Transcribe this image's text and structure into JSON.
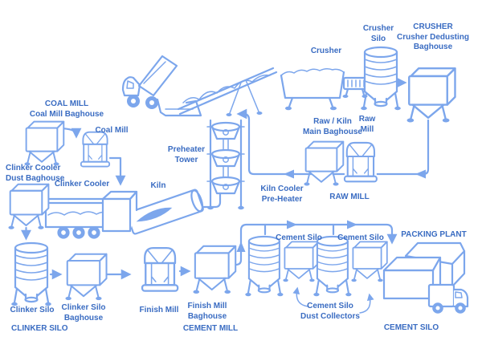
{
  "colors": {
    "line": "#7CA6EC",
    "text": "#3A6CC2",
    "fill": "#CFE0F8"
  },
  "labels": {
    "crusher": "Crusher",
    "crusher_silo": "Crusher\nSilo",
    "crusher_baghouse": "CRUSHER\nCrusher Dedusting\nBaghouse",
    "coal_mill_baghouse": "COAL MILL\nCoal Mill Baghouse",
    "coal_mill": "Coal Mill",
    "preheater_tower": "Preheater\nTower",
    "kiln": "Kiln",
    "raw_kiln_baghouse": "Raw / Kiln\nMain Baghouse",
    "raw_mill": "Raw\nMill",
    "kiln_cooler_preheater": "Kiln Cooler\nPre-Heater",
    "raw_mill_caption": "RAW MILL",
    "clinker_cooler_baghouse": "Clinker Cooler\nDust Baghouse",
    "clinker_cooler": "Clinker Cooler",
    "packing_plant": "PACKING PLANT",
    "cement_silo_1": "Cement Silo",
    "cement_silo_2": "Cement Silo",
    "cement_silo_dust_collectors": "Cement Silo\nDust Collectors",
    "clinker_silo": "Clinker Silo",
    "clinker_silo_baghouse": "Clinker Silo\nBaghouse",
    "clinker_silo_caption": "CLINKER SILO",
    "finish_mill": "Finish Mill",
    "finish_mill_baghouse": "Finish Mill\nBaghouse",
    "cement_mill_caption": "CEMENT MILL",
    "cement_silo_caption": "CEMENT SILO"
  }
}
